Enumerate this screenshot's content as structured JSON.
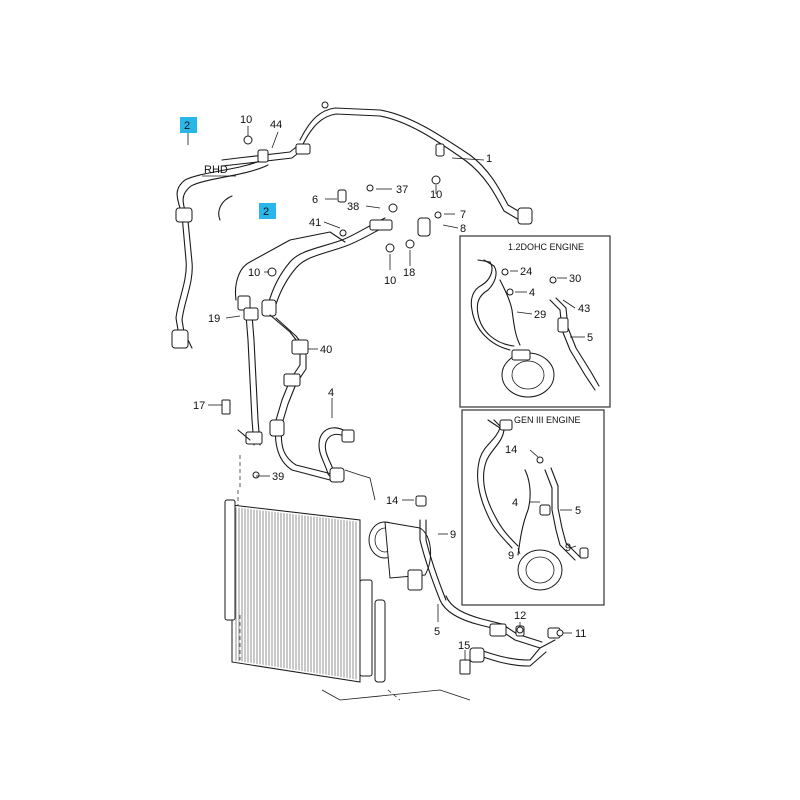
{
  "highlight_color": "#29b6e8",
  "callouts": [
    {
      "id": "c2a",
      "text": "2",
      "highlight": true
    },
    {
      "id": "c2b",
      "text": "2",
      "highlight": true
    },
    {
      "id": "c10a",
      "text": "10"
    },
    {
      "id": "c44",
      "text": "44"
    },
    {
      "id": "c1",
      "text": "1"
    },
    {
      "id": "c10b",
      "text": "10"
    },
    {
      "id": "c6",
      "text": "6"
    },
    {
      "id": "c37",
      "text": "37"
    },
    {
      "id": "c38",
      "text": "38"
    },
    {
      "id": "c41",
      "text": "41"
    },
    {
      "id": "c7",
      "text": "7"
    },
    {
      "id": "c8",
      "text": "8"
    },
    {
      "id": "c10c",
      "text": "10"
    },
    {
      "id": "c10d",
      "text": "10"
    },
    {
      "id": "c18",
      "text": "18"
    },
    {
      "id": "c19",
      "text": "19"
    },
    {
      "id": "c40",
      "text": "40"
    },
    {
      "id": "c17",
      "text": "17"
    },
    {
      "id": "c4a",
      "text": "4"
    },
    {
      "id": "c39",
      "text": "39"
    },
    {
      "id": "c14a",
      "text": "14"
    },
    {
      "id": "c9a",
      "text": "9"
    },
    {
      "id": "c5a",
      "text": "5"
    },
    {
      "id": "c12",
      "text": "12"
    },
    {
      "id": "c11",
      "text": "11"
    },
    {
      "id": "c15",
      "text": "15"
    },
    {
      "id": "c24",
      "text": "24"
    },
    {
      "id": "c30",
      "text": "30"
    },
    {
      "id": "c4b",
      "text": "4"
    },
    {
      "id": "c43",
      "text": "43"
    },
    {
      "id": "c29",
      "text": "29"
    },
    {
      "id": "c5b",
      "text": "5"
    },
    {
      "id": "c14b",
      "text": "14"
    },
    {
      "id": "c4c",
      "text": "4"
    },
    {
      "id": "c5c",
      "text": "5"
    },
    {
      "id": "c9b",
      "text": "9"
    },
    {
      "id": "c9c",
      "text": "9"
    }
  ],
  "labels": {
    "rhd": "RHD",
    "inset_top_title": "1.2DOHC ENGINE",
    "inset_bottom_title": "GEN III ENGINE"
  }
}
